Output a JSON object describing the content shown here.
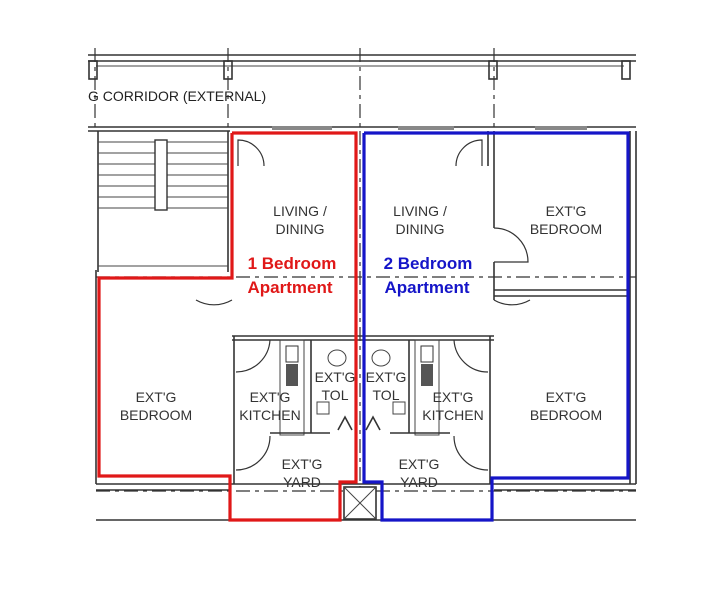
{
  "corridor": {
    "label": "G CORRIDOR (EXTERNAL)"
  },
  "apartments": [
    {
      "line1": "1 Bedroom",
      "line2": "Apartment",
      "color": "#e01818"
    },
    {
      "line1": "2 Bedroom",
      "line2": "Apartment",
      "color": "#1515c8"
    }
  ],
  "rooms": {
    "living_left": [
      "LIVING /",
      "DINING"
    ],
    "living_right": [
      "LIVING /",
      "DINING"
    ],
    "bedroom_top_right": [
      "EXT'G",
      "BEDROOM"
    ],
    "bedroom_left": [
      "EXT'G",
      "BEDROOM"
    ],
    "bedroom_bottom_right": [
      "EXT'G",
      "BEDROOM"
    ],
    "kitchen_left": [
      "EXT'G",
      "KITCHEN"
    ],
    "kitchen_right": [
      "EXT'G",
      "KITCHEN"
    ],
    "toilet_left": [
      "EXT'G",
      "TOL"
    ],
    "toilet_right": [
      "EXT'G",
      "TOL"
    ],
    "yard_left": [
      "EXT'G",
      "YARD"
    ],
    "yard_right": [
      "EXT'G",
      "YARD"
    ]
  }
}
